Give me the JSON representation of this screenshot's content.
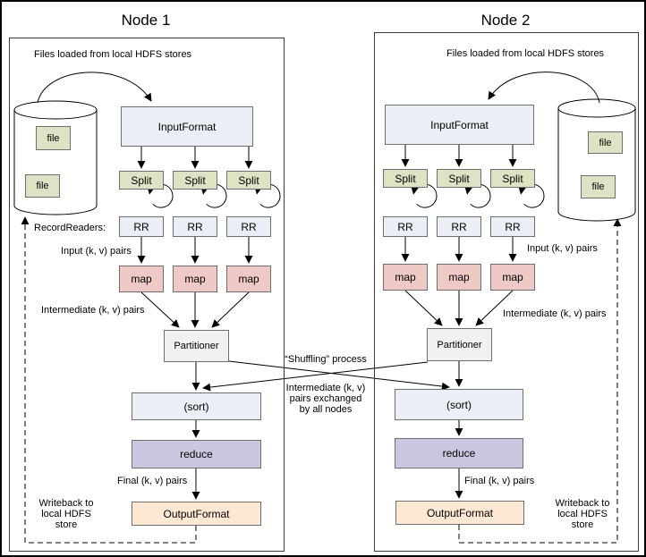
{
  "node1": {
    "title": "Node 1",
    "files_loaded": "Files loaded from local HDFS stores",
    "file1": "file",
    "file2": "file",
    "input_format": "InputFormat",
    "splits": [
      "Split",
      "Split",
      "Split"
    ],
    "record_readers_label": "RecordReaders:",
    "rr": [
      "RR",
      "RR",
      "RR"
    ],
    "input_pairs": "Input (k, v) pairs",
    "maps": [
      "map",
      "map",
      "map"
    ],
    "intermediate_pairs": "Intermediate (k, v) pairs",
    "partitioner": "Partitioner",
    "sort": "(sort)",
    "reduce": "reduce",
    "final_pairs": "Final (k, v) pairs",
    "output_format": "OutputFormat",
    "writeback": "Writeback to\nlocal HDFS\nstore"
  },
  "node2": {
    "title": "Node 2",
    "files_loaded": "Files loaded from local HDFS stores",
    "file1": "file",
    "file2": "file",
    "input_format": "InputFormat",
    "splits": [
      "Split",
      "Split",
      "Split"
    ],
    "rr": [
      "RR",
      "RR",
      "RR"
    ],
    "input_pairs": "Input (k, v) pairs",
    "maps": [
      "map",
      "map",
      "map"
    ],
    "intermediate_pairs": "Intermediate (k, v) pairs",
    "partitioner": "Partitioner",
    "sort": "(sort)",
    "reduce": "reduce",
    "final_pairs": "Final (k, v) pairs",
    "output_format": "OutputFormat",
    "writeback": "Writeback to\nlocal HDFS\nstore"
  },
  "middle": {
    "shuffling": "“Shuffling” process",
    "exchange": "Intermediate (k, v)\npairs exchanged\nby all nodes"
  },
  "colors": {
    "io_box": "#e9eff5",
    "split_file_box": "#dfe3c5",
    "map_box": "#eec9c6",
    "partitioner_box": "#f1f1f1",
    "reduce_box": "#ccc6e0",
    "output_box": "#fce8d3",
    "line": "#000000"
  }
}
